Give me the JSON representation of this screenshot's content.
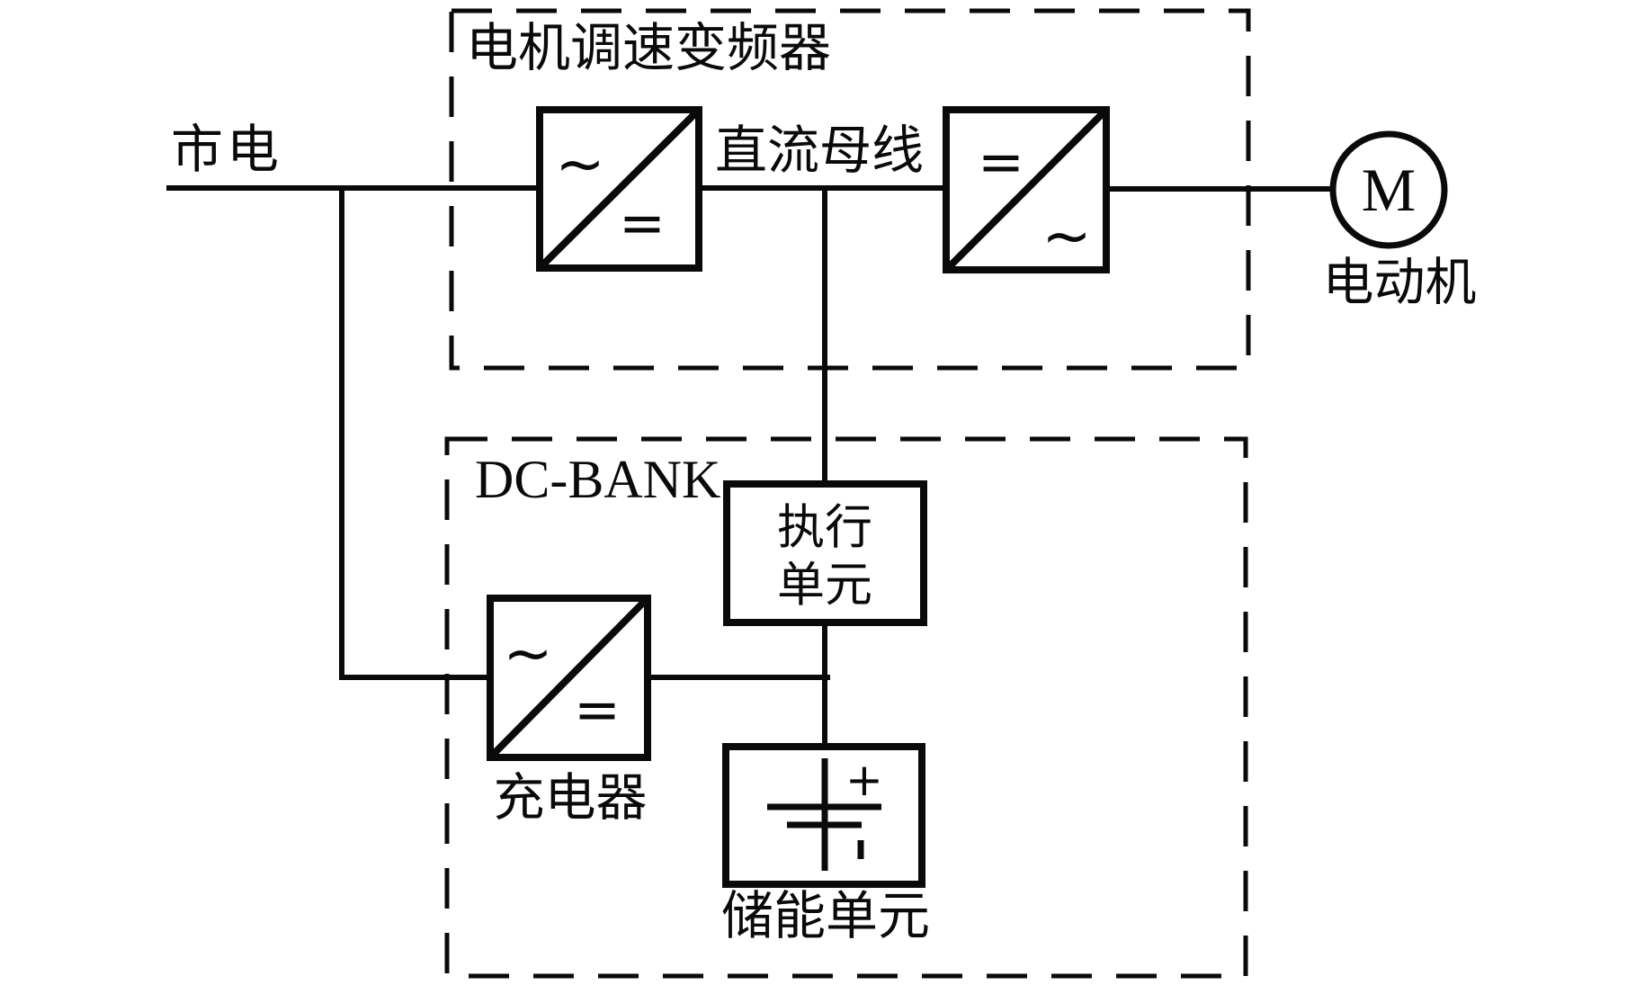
{
  "colors": {
    "ink": "#0a0a0a",
    "background": "#ffffff"
  },
  "mains": {
    "label": "市电"
  },
  "drive": {
    "title": "电机调速变频器",
    "dc_bus_label": "直流母线",
    "rectifier": {
      "ac_symbol": "~",
      "dc_symbol": "="
    },
    "inverter": {
      "dc_symbol": "=",
      "ac_symbol": "~"
    }
  },
  "motor": {
    "letter": "M",
    "label": "电动机"
  },
  "dc_bank": {
    "title": "DC-BANK",
    "execution_unit": {
      "line1": "执行",
      "line2": "单元"
    },
    "charger": {
      "ac_symbol": "~",
      "dc_symbol": "=",
      "label": "充电器"
    },
    "storage_unit": {
      "label": "储能单元",
      "plus_sign": "+",
      "minus_sign": "-"
    }
  }
}
